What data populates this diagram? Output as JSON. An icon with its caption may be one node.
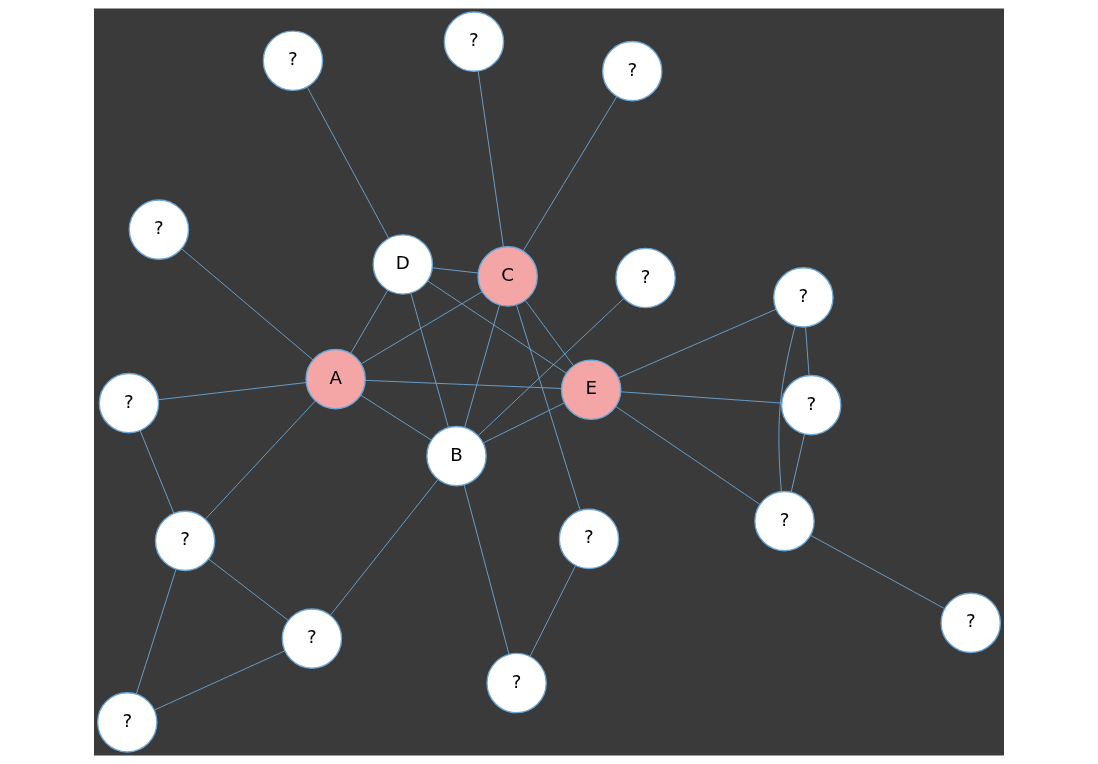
{
  "diagram": {
    "nodes": [
      {
        "text": [
          "?"
        ]
      },
      {
        "text": [
          "?"
        ]
      },
      {
        "text": [
          "?"
        ]
      },
      {
        "text": [
          "?"
        ]
      },
      {
        "text": [
          "?"
        ]
      },
      {
        "text": [
          "?"
        ]
      },
      {
        "text": [
          "?"
        ]
      },
      {
        "text": [
          "A"
        ]
      },
      {
        "text": [
          "?"
        ]
      },
      {
        "text": [
          "?"
        ]
      },
      {
        "text": [
          "E"
        ]
      },
      {
        "text": [
          "B"
        ]
      },
      {
        "text": [
          "?"
        ]
      },
      {
        "text": [
          "?"
        ]
      },
      {
        "text": [
          "D"
        ]
      },
      {
        "text": [
          "C"
        ]
      },
      {
        "text": [
          "?"
        ]
      },
      {
        "text": [
          "?"
        ]
      },
      {
        "text": [
          "?"
        ]
      },
      {
        "text": [
          "?"
        ]
      }
    ],
    "edges": [
      {
        "from": 0,
        "to": 2,
        "arrow": "none"
      },
      {
        "from": 0,
        "to": 7,
        "arrow": "none"
      },
      {
        "from": 2,
        "to": 7,
        "arrow": "none"
      },
      {
        "from": 2,
        "to": 4,
        "arrow": "none"
      },
      {
        "from": 2,
        "to": 5,
        "arrow": "none"
      },
      {
        "from": 4,
        "to": 5,
        "arrow": "none"
      },
      {
        "from": 3,
        "to": 7,
        "arrow": "none"
      },
      {
        "from": 1,
        "to": 6,
        "arrow": "none"
      },
      {
        "from": 6,
        "to": 9,
        "arrow": "none"
      },
      {
        "from": 6,
        "to": 13,
        "arrow": "none"
      },
      {
        "from": 6,
        "to": 10,
        "arrow": "none"
      },
      {
        "from": 9,
        "to": 10,
        "arrow": "none"
      },
      {
        "from": 9,
        "to": 13,
        "arrow": "none"
      },
      {
        "from": 13,
        "to": 10,
        "arrow": "none"
      },
      {
        "from": 7,
        "to": 10,
        "arrow": "none"
      },
      {
        "from": 7,
        "to": 11,
        "arrow": "none"
      },
      {
        "from": 7,
        "to": 14,
        "arrow": "none"
      },
      {
        "from": 7,
        "to": 15,
        "arrow": "none"
      },
      {
        "from": 10,
        "to": 11,
        "arrow": "none"
      },
      {
        "from": 10,
        "to": 14,
        "arrow": "none"
      },
      {
        "from": 10,
        "to": 15,
        "arrow": "none"
      },
      {
        "from": 11,
        "to": 14,
        "arrow": "none"
      },
      {
        "from": 11,
        "to": 15,
        "arrow": "none"
      },
      {
        "from": 11,
        "to": 5,
        "arrow": "none"
      },
      {
        "from": 11,
        "to": 8,
        "arrow": "none"
      },
      {
        "from": 11,
        "to": 12,
        "arrow": "none"
      },
      {
        "from": 14,
        "to": 15,
        "arrow": "none"
      },
      {
        "from": 14,
        "to": 18,
        "arrow": "none"
      },
      {
        "from": 15,
        "to": 16,
        "arrow": "none"
      },
      {
        "from": 15,
        "to": 17,
        "arrow": "none"
      },
      {
        "from": 15,
        "to": 19,
        "arrow": "none"
      },
      {
        "from": 8,
        "to": 16,
        "arrow": "none"
      }
    ]
  }
}
